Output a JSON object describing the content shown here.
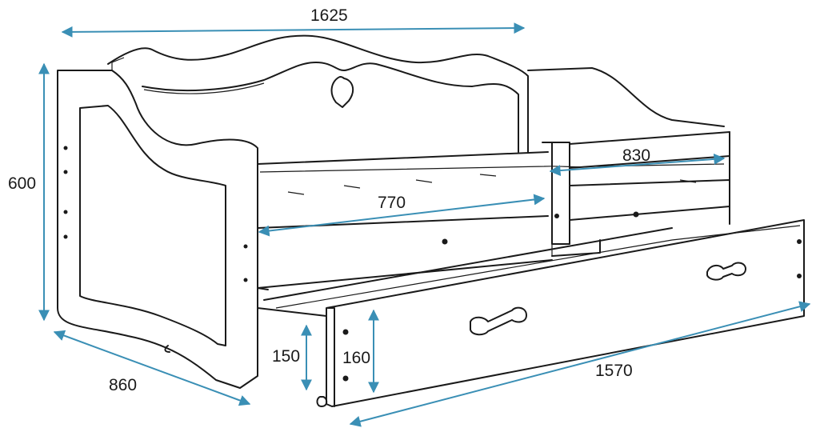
{
  "colors": {
    "dimension_line": "#3a8fb5",
    "outline": "#1a1a1a"
  },
  "dimensions": {
    "total_length": "1625",
    "height": "600",
    "depth": "860",
    "inner_length": "770",
    "guard_length": "830",
    "drawer_length": "1570",
    "drawer_height_outer": "160",
    "drawer_height_inner": "150"
  }
}
